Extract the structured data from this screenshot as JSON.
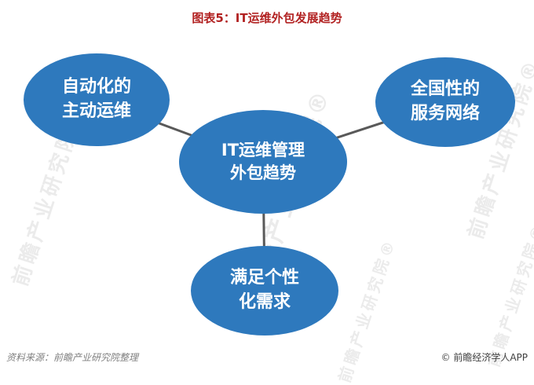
{
  "title": "图表5：IT运维外包发展趋势",
  "diagram": {
    "center_node": {
      "label": "IT运维管理\n外包趋势"
    },
    "nodes": [
      {
        "id": "automated-proactive-ops",
        "label": "自动化的\n主动运维"
      },
      {
        "id": "nationwide-service-network",
        "label": "全国性的\n服务网络"
      },
      {
        "id": "personalized-needs",
        "label": "满足个性\n化需求"
      }
    ]
  },
  "footer": {
    "source": "资料来源：前瞻产业研究院整理",
    "copyright": "© 前瞻经济学人APP"
  },
  "watermark": {
    "text": "前瞻产业研究院®"
  },
  "colors": {
    "node_fill": "#2E79BD",
    "node_text": "#FFFFFF",
    "connector": "#595959",
    "title": "#B22222"
  }
}
